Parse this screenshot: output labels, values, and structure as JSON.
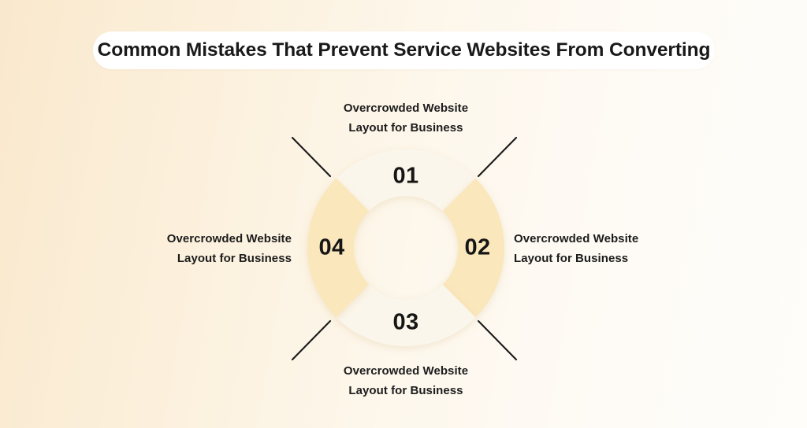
{
  "title": "Common Mistakes That Prevent Service Websites From Converting",
  "background": {
    "gradient_from": "#F9E8CC",
    "gradient_to": "#FFFDFA"
  },
  "chart_data": {
    "type": "pie",
    "title": "Common Mistakes That Prevent Service Websites From Converting",
    "subtype": "donut",
    "legend": "none",
    "categories": [
      "01",
      "02",
      "03",
      "04"
    ],
    "values": [
      25,
      25,
      25,
      25
    ],
    "segments": [
      {
        "number": "01",
        "position": "top",
        "color": "#FBF6EB",
        "label_line1": "Overcrowded Website",
        "label_line2": "Layout for Business"
      },
      {
        "number": "02",
        "position": "right",
        "color": "#FAE7BC",
        "label_line1": "Overcrowded Website",
        "label_line2": "Layout for Business"
      },
      {
        "number": "03",
        "position": "bottom",
        "color": "#FBF6EB",
        "label_line1": "Overcrowded Website",
        "label_line2": "Layout for Business"
      },
      {
        "number": "04",
        "position": "left",
        "color": "#FAE7BC",
        "label_line1": "Overcrowded Website",
        "label_line2": "Layout for Business"
      }
    ],
    "center_hole_color": "#FCF8F0",
    "connector_color": "#1A1A1A"
  }
}
